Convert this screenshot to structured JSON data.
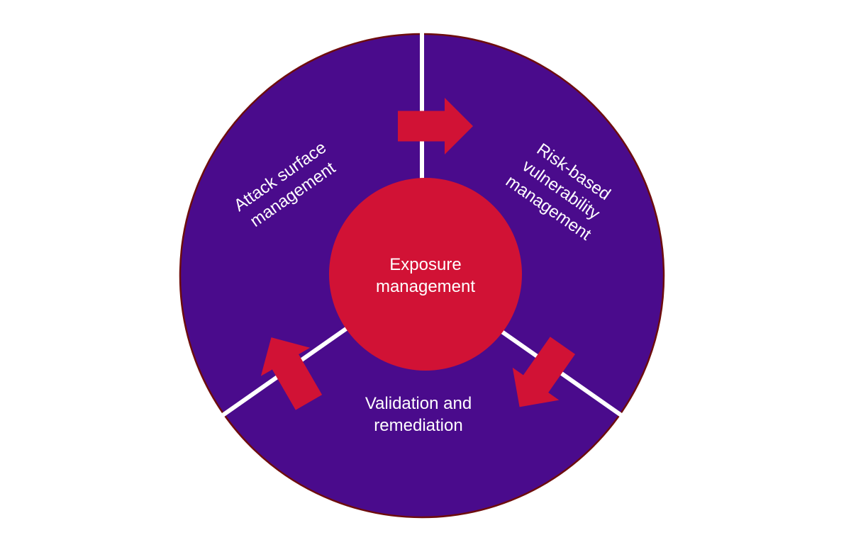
{
  "diagram": {
    "type": "cycle-diagram",
    "center": {
      "label": "Exposure\nmanagement"
    },
    "segments": [
      {
        "id": "attack-surface",
        "label": "Attack surface\nmanagement",
        "position": "top-left"
      },
      {
        "id": "risk-based-vulnerability",
        "label": "Risk-based\nvulnerability\nmanagement",
        "position": "top-right"
      },
      {
        "id": "validation-remediation",
        "label": "Validation and\nremediation",
        "position": "bottom"
      }
    ],
    "flow_arrows": [
      {
        "id": "arrow-1",
        "direction": "right",
        "from": "attack-surface",
        "to": "risk-based-vulnerability"
      },
      {
        "id": "arrow-2",
        "direction": "down-left",
        "from": "risk-based-vulnerability",
        "to": "validation-remediation"
      },
      {
        "id": "arrow-3",
        "direction": "up-left",
        "from": "validation-remediation",
        "to": "attack-surface"
      }
    ],
    "colors": {
      "segment_bg": "#4A0B8C",
      "center_bg": "#D11235",
      "arrow": "#D11235",
      "outer_border": "#6E0D0D",
      "divider": "#FFFFFF",
      "text": "#FFFFFF",
      "page_bg": "#FFFFFF"
    }
  }
}
